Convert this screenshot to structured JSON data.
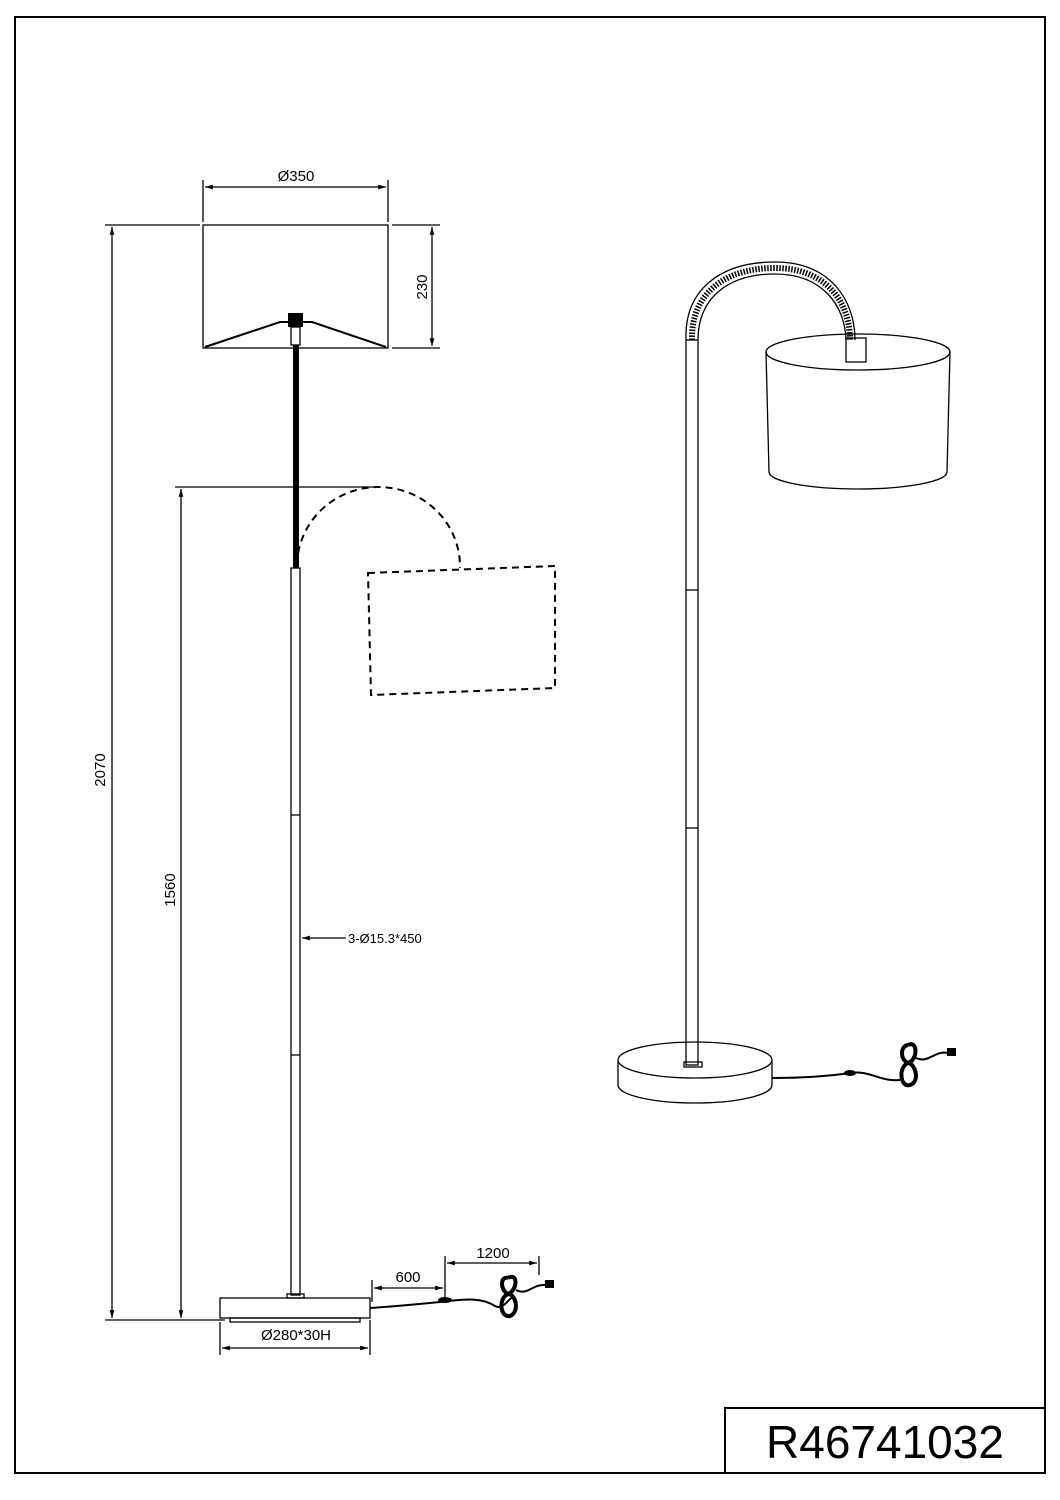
{
  "drawing": {
    "model_number": "R46741032",
    "dimensions": {
      "shade_diameter": "Ø350",
      "shade_height": "230",
      "total_height": "2070",
      "arc_height": "1560",
      "pole_tubes": "3-Ø15.3*450",
      "cord_to_switch": "600",
      "switch_to_plug": "1200",
      "base": "Ø280*30H"
    }
  }
}
